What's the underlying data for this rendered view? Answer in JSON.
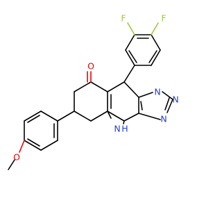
{
  "colors": {
    "background": "#ffffff",
    "carbon_bond": "#000000",
    "oxygen": "#e60000",
    "nitrogen": "#1f3fd6",
    "fluorine": "#9acc3a"
  },
  "atoms": {
    "fluorine_left": "F",
    "fluorine_right": "F",
    "carbonyl_oxygen": "O",
    "triazole_n1": "N",
    "triazole_n2": "N",
    "triazole_n3": "N",
    "amine_n": "N",
    "amine_h": "H",
    "methoxy_oxygen": "O"
  }
}
